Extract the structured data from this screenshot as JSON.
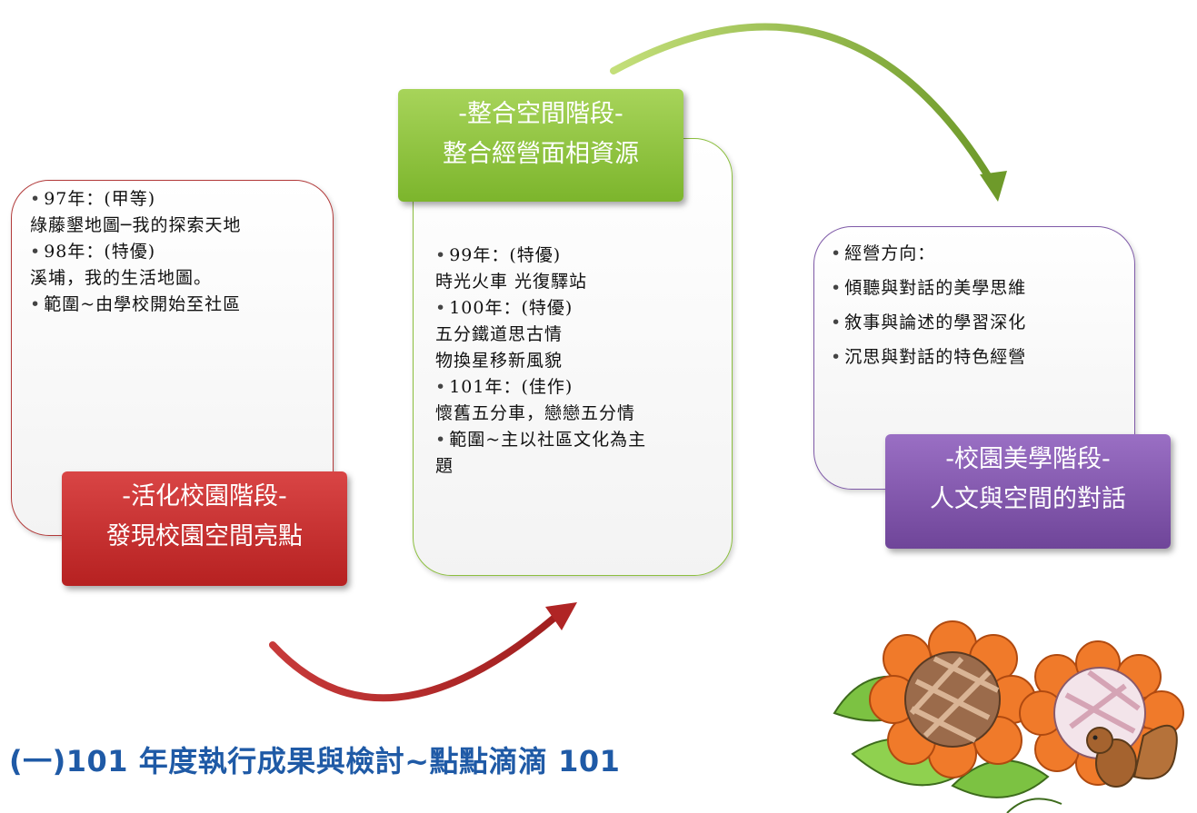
{
  "stages": [
    {
      "title": "-活化校園階段-",
      "subtitle": "發現校園空間亮點",
      "color": "#c62f2f",
      "items": [
        {
          "lead": "97年：(甲等)",
          "sub": "綠藤墾地圖─我的探索天地"
        },
        {
          "lead": "98年：(特優)",
          "sub": "溪埔，我的生活地圖。"
        },
        {
          "lead": "範圍~由學校開始至社區",
          "sub": ""
        }
      ]
    },
    {
      "title": "-整合空間階段-",
      "subtitle": "整合經營面相資源",
      "color": "#8cc13f",
      "items": [
        {
          "lead": "99年：(特優)",
          "sub": "時光火車 光復驛站"
        },
        {
          "lead": "100年：(特優)",
          "sub": "五分鐵道思古情",
          "sub2": "物換星移新風貌"
        },
        {
          "lead": "101年：(佳作)",
          "sub": "懷舊五分車，戀戀五分情"
        },
        {
          "lead": "範圍~主以社區文化為主",
          "sub": "題"
        }
      ]
    },
    {
      "title": "-校園美學階段-",
      "subtitle": "人文與空間的對話",
      "color": "#7b52a6",
      "items": [
        {
          "lead": "經營方向："
        },
        {
          "lead": "傾聽與對話的美學思維"
        },
        {
          "lead": "敘事與論述的學習深化"
        },
        {
          "lead": "沉思與對話的特色經營"
        }
      ]
    }
  ],
  "caption": "(一)101 年度執行成果與檢討~點點滴滴 101",
  "bullet": "•",
  "icons": {
    "decoration": "flower-squirrel-illustration"
  }
}
